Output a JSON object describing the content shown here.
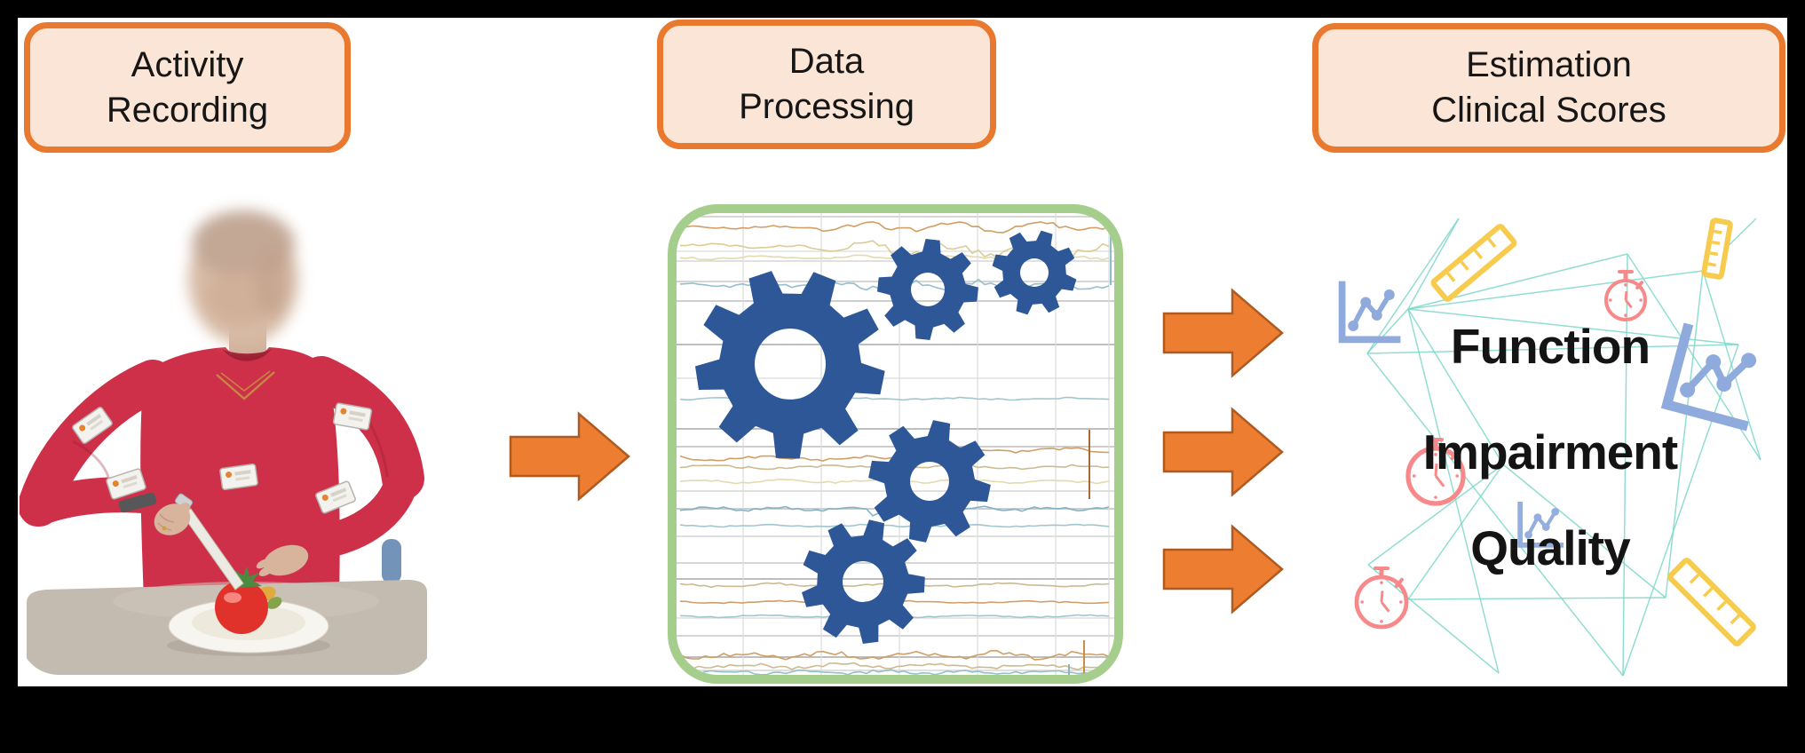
{
  "figure": {
    "stages": [
      {
        "line1": "Activity",
        "line2": "Recording"
      },
      {
        "line1": "Data",
        "line2": "Processing"
      },
      {
        "line1": "Estimation",
        "line2": "Clinical Scores"
      }
    ],
    "outcomes": [
      {
        "label": "Function"
      },
      {
        "label": "Impairment"
      },
      {
        "label": "Quality"
      }
    ],
    "icons": {
      "photo": "patient-with-wearable-sensors-photo",
      "gears": "gear-icon",
      "signals": "sensor-signal-traces",
      "stopwatch": "stopwatch-icon",
      "ruler": "ruler-icon",
      "chart": "line-chart-icon",
      "network": "network-lines",
      "arrow": "flow-arrow-right-icon"
    },
    "colors": {
      "frame": "#000000",
      "stage_box_fill": "#FBE5D6",
      "stage_box_border": "#E8792E",
      "stage_text": "#161616",
      "arrow_fill": "#ED7D31",
      "arrow_border": "#AE5A21",
      "gear_panel_border": "#A5CE8D",
      "gear": "#2E5797",
      "chart_icon": "#8FAADC",
      "ruler_icon": "#F7CB4D",
      "stopwatch_icon": "#F8898A",
      "network_line": "#7FD8CB",
      "outcome_text": "#141414",
      "shirt_red": "#CF3049",
      "skin": "#D8B49C",
      "table_tan": "#C3BAB0",
      "tomato_red": "#E0322B",
      "chair_blue": "#5B80AB"
    }
  }
}
